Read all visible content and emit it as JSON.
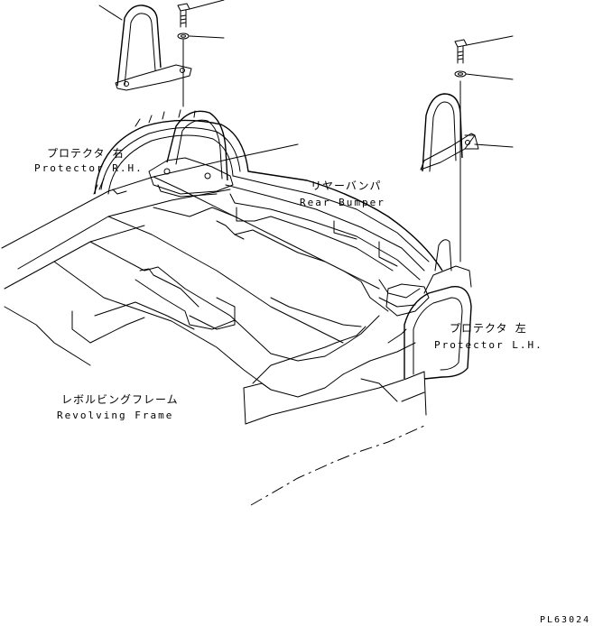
{
  "labels": {
    "protector_rh_jp": "プロテクタ 右",
    "protector_rh_en": "Protector R.H.",
    "rear_bumper_jp": "リヤーバンパ",
    "rear_bumper_en": "Rear Bumper",
    "protector_lh_jp": "プロテクタ 左",
    "protector_lh_en": "Protector L.H.",
    "revolving_frame_jp": "レボルビングフレーム",
    "revolving_frame_en": "Revolving Frame",
    "drawing_code": "PL63024"
  }
}
